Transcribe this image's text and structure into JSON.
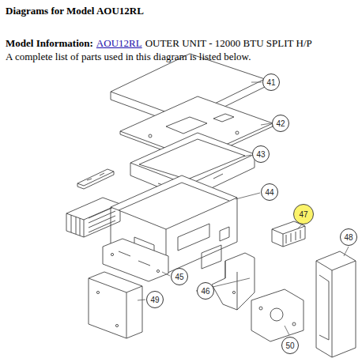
{
  "diagram": {
    "title": "Diagrams for Model AOU12RL",
    "nodes": [
      {
        "text": [
          "41"
        ]
      },
      {
        "text": [
          "42"
        ]
      },
      {
        "text": [
          "43"
        ]
      },
      {
        "text": [
          "44"
        ]
      },
      {
        "text": [
          "47"
        ]
      },
      {
        "text": [
          "48"
        ]
      },
      {
        "text": [
          "45"
        ]
      },
      {
        "text": [
          "46"
        ]
      },
      {
        "text": [
          "49"
        ]
      },
      {
        "text": [
          "50"
        ]
      }
    ],
    "labels": [
      "Model Information:",
      "AOU12RL",
      "OUTER UNIT - 12000 BTU SPLIT H/P",
      "A complete list of parts used in this diagram is listed below."
    ]
  }
}
